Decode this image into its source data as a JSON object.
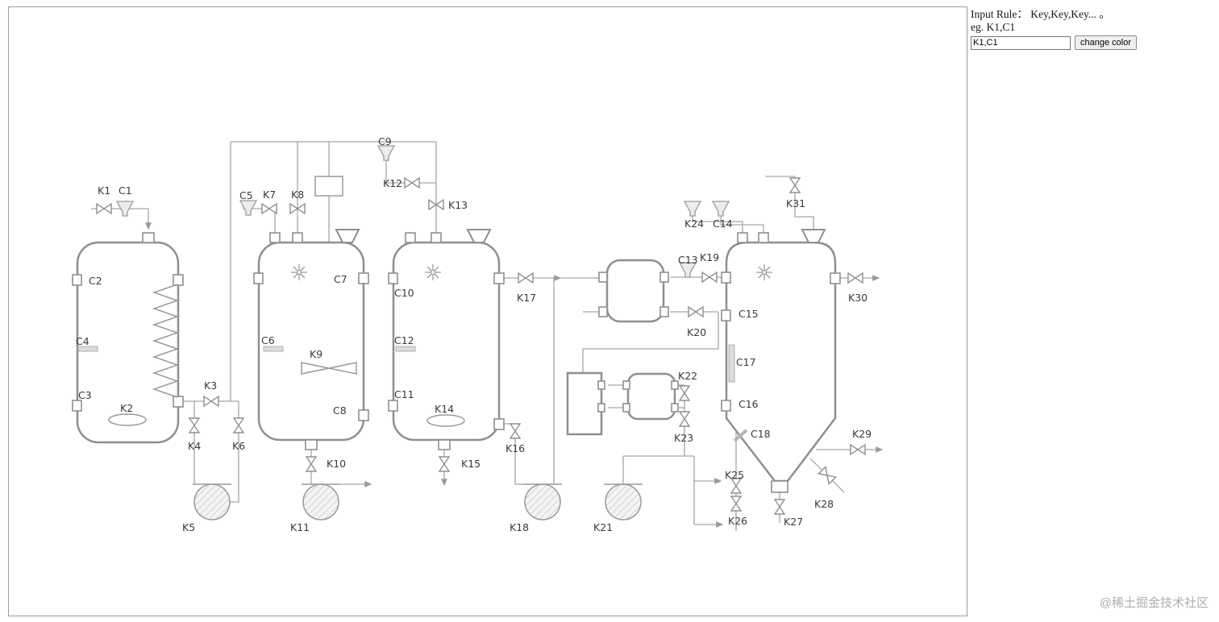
{
  "sidebar": {
    "rule_line1": "Input Rule：  Key,Key,Key... 。",
    "rule_line2": "eg. K1,C1",
    "input_value": "K1,C1",
    "button_label": "change color"
  },
  "watermark": "@稀土掘金技术社区",
  "colors": {
    "pipe": "#a6a6a6",
    "vessel": "#8f8f8f",
    "label": "#3a3a3a"
  },
  "labels": {
    "K1": "K1",
    "K2": "K2",
    "K3": "K3",
    "K4": "K4",
    "K5": "K5",
    "K6": "K6",
    "K7": "K7",
    "K8": "K8",
    "K9": "K9",
    "K10": "K10",
    "K11": "K11",
    "K12": "K12",
    "K13": "K13",
    "K14": "K14",
    "K15": "K15",
    "K16": "K16",
    "K17": "K17",
    "K18": "K18",
    "K19": "K19",
    "K20": "K20",
    "K21": "K21",
    "K22": "K22",
    "K23": "K23",
    "K24": "K24",
    "K25": "K25",
    "K26": "K26",
    "K27": "K27",
    "K28": "K28",
    "K29": "K29",
    "K30": "K30",
    "K31": "K31",
    "C1": "C1",
    "C2": "C2",
    "C3": "C3",
    "C4": "C4",
    "C5": "C5",
    "C6": "C6",
    "C7": "C7",
    "C8": "C8",
    "C9": "C9",
    "C10": "C10",
    "C11": "C11",
    "C12": "C12",
    "C13": "C13",
    "C14": "C14",
    "C15": "C15",
    "C16": "C16",
    "C17": "C17",
    "C18": "C18"
  }
}
